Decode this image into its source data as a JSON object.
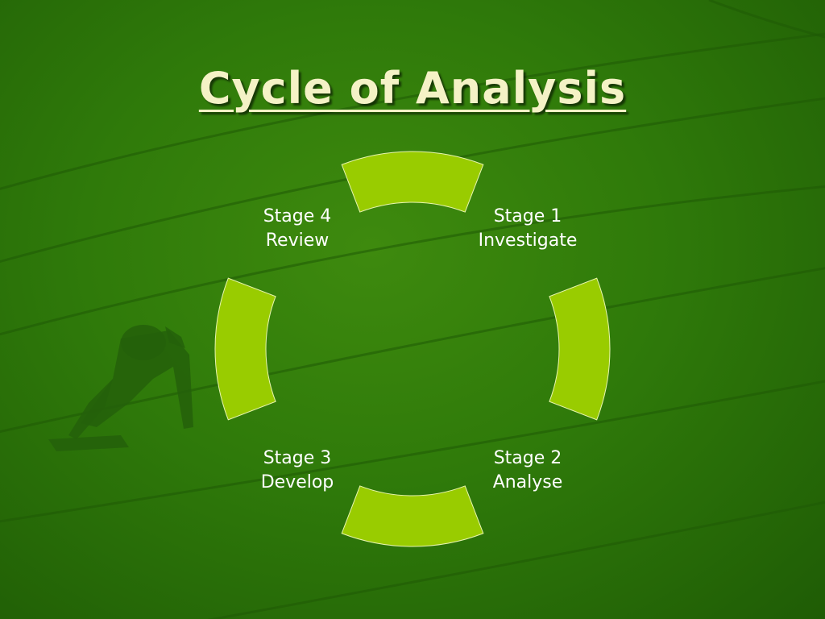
{
  "slide": {
    "title": "Cycle of Analysis"
  },
  "colors": {
    "background": "#2f7a0a",
    "segment_fill": "#99cc00",
    "title_text": "#f4f2c6",
    "label_text": "#ffffff"
  },
  "stages": [
    {
      "stage": "Stage 1",
      "name": "Investigate"
    },
    {
      "stage": "Stage 2",
      "name": "Analyse"
    },
    {
      "stage": "Stage 3",
      "name": "Develop"
    },
    {
      "stage": "Stage 4",
      "name": "Review"
    }
  ]
}
